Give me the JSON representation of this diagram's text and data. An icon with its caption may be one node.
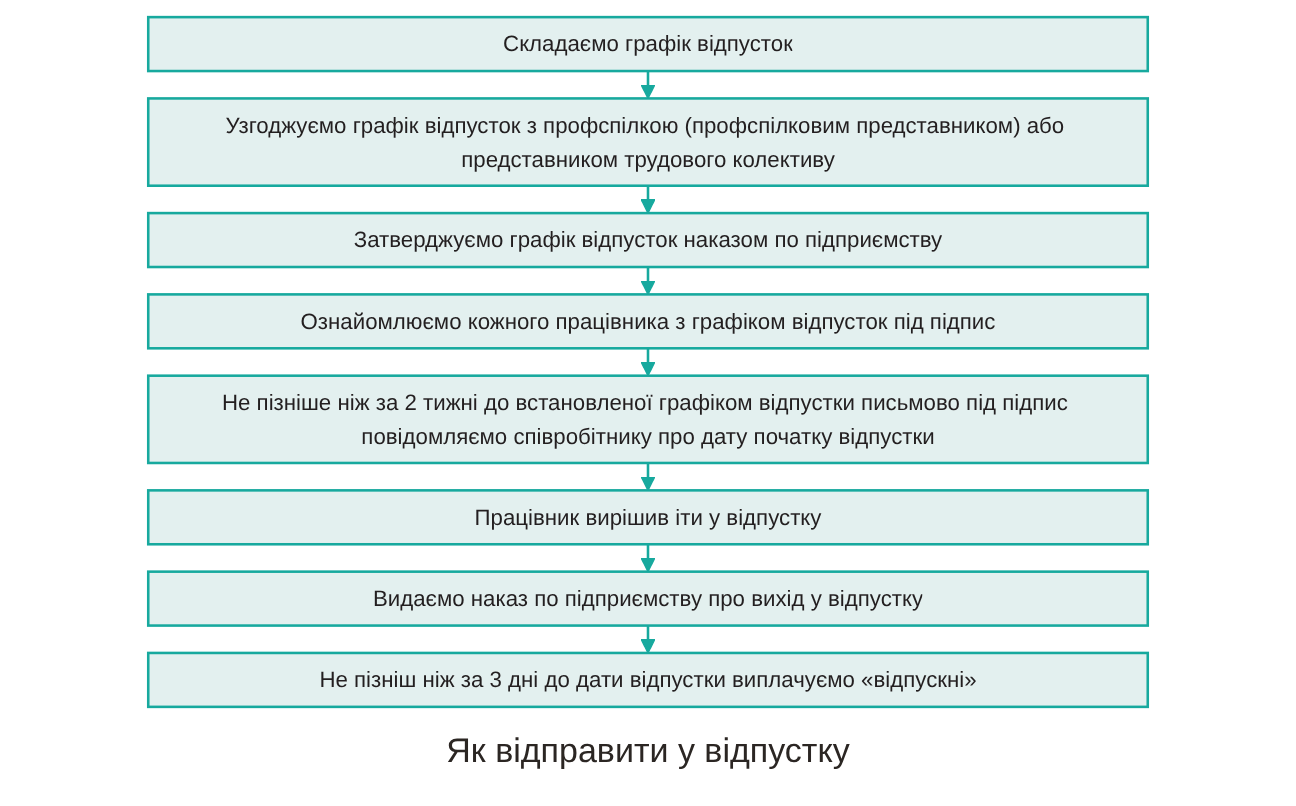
{
  "diagram": {
    "caption": "Як відправити у відпустку",
    "nodes": [
      {
        "text": [
          "Складаємо графік відпусток"
        ]
      },
      {
        "text": [
          "Узгоджуємо графік відпусток з профспілкою (профспілковим представником) або представником трудового колективу"
        ]
      },
      {
        "text": [
          "Затверджуємо графік відпусток наказом по підприємству"
        ]
      },
      {
        "text": [
          "Ознайомлюємо кожного працівника з графіком відпусток під підпис"
        ]
      },
      {
        "text": [
          "Не пізніше ніж за 2 тижні до встановленої графіком відпустки письмово під підпис повідомляємо співробітнику про дату початку відпустки"
        ]
      },
      {
        "text": [
          "Працівник вирішив іти у відпустку"
        ]
      },
      {
        "text": [
          "Видаємо наказ по підприємству про вихід у відпустку"
        ]
      },
      {
        "text": [
          "Не пізніш ніж за 3 дні до дати відпустки виплачуємо «відпускні»"
        ]
      }
    ],
    "edges": [
      {
        "from": 0,
        "to": 1,
        "arrow": "to"
      },
      {
        "from": 1,
        "to": 2,
        "arrow": "to"
      },
      {
        "from": 2,
        "to": 3,
        "arrow": "to"
      },
      {
        "from": 3,
        "to": 4,
        "arrow": "to"
      },
      {
        "from": 4,
        "to": 5,
        "arrow": "to"
      },
      {
        "from": 5,
        "to": 6,
        "arrow": "to"
      },
      {
        "from": 6,
        "to": 7,
        "arrow": "to"
      }
    ]
  }
}
